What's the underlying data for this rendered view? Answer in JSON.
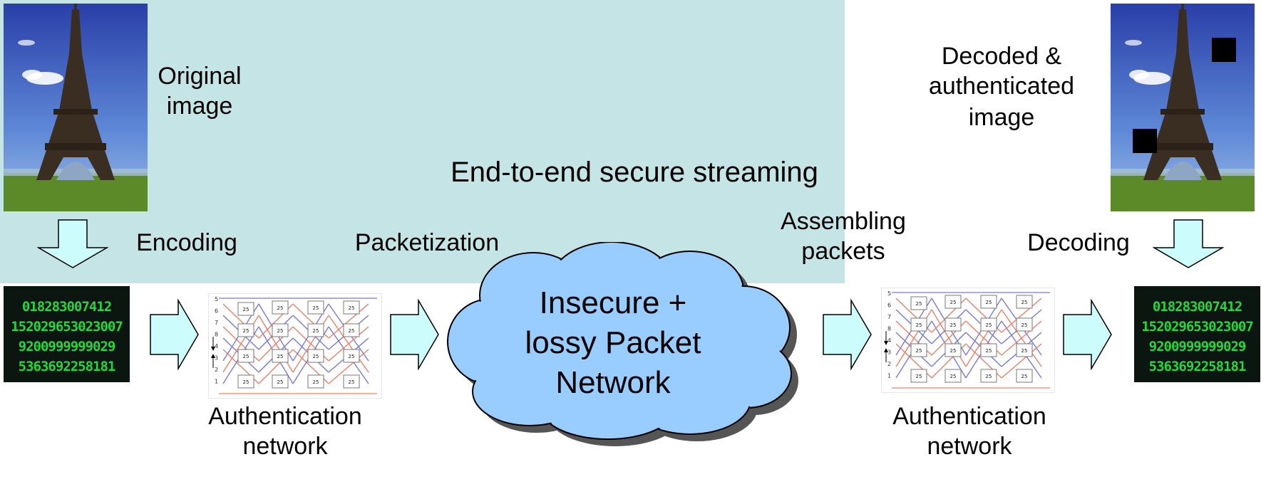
{
  "title": "End-to-end secure streaming",
  "labels": {
    "original": [
      "Original",
      "image"
    ],
    "decoded": [
      "Decoded &",
      "authenticated",
      "image"
    ],
    "encoding": "Encoding",
    "packetization": "Packetization",
    "assembling": [
      "Assembling",
      "packets"
    ],
    "decoding": "Decoding",
    "auth_left": [
      "Authentication",
      "network"
    ],
    "auth_right": [
      "Authentication",
      "network"
    ],
    "cloud": [
      "Insecure +",
      "lossy Packet",
      "Network"
    ]
  },
  "coefficient_rows": [
    "018283007412",
    "152029653023007",
    "9200999999029",
    "5363692258181"
  ],
  "network_node_value": "25",
  "network_wire_labels": [
    "5",
    "6",
    "7",
    "8",
    "4",
    "3",
    "2",
    "1"
  ],
  "colors": {
    "secure_region": "#c4e4e6",
    "arrow_fill": "#ccfcfc",
    "cloud_fill": "#99ccff",
    "coeff_digits": "#22d83a",
    "wire_red": "#e8806a",
    "wire_blue": "#7878d8",
    "lost_block": "#000000"
  }
}
